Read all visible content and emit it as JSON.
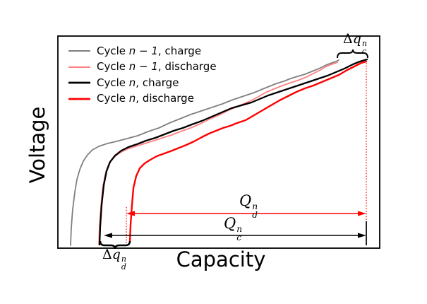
{
  "axes": {
    "xlabel": "Capacity",
    "ylabel": "Voltage"
  },
  "colors": {
    "prev_charge": "#808080",
    "prev_discharge": "#ff8080",
    "curr_charge": "#000000",
    "curr_discharge": "#ff0000",
    "frame": "#000000",
    "dotted_guide": "#ff0000",
    "arrow_qd": "#ff0000",
    "arrow_qc": "#000000"
  },
  "legend": {
    "items": [
      {
        "prefix": "Cycle ",
        "var": "n − 1",
        "suffix": ", charge",
        "color": "#808080"
      },
      {
        "prefix": "Cycle ",
        "var": "n − 1",
        "suffix": ", discharge",
        "color": "#ff8080"
      },
      {
        "prefix": "Cycle ",
        "var": "n",
        "suffix": ", charge",
        "color": "#000000"
      },
      {
        "prefix": "Cycle ",
        "var": "n",
        "suffix": ", discharge",
        "color": "#ff0000"
      }
    ]
  },
  "annotations": {
    "dqc": {
      "delta": "Δ",
      "base": "q",
      "sup": "n",
      "sub": "c"
    },
    "dqd": {
      "delta": "Δ",
      "base": "q",
      "sup": "n",
      "sub": "d"
    },
    "Qd": {
      "base": "Q",
      "sup": "n",
      "sub": "d"
    },
    "Qc": {
      "base": "Q",
      "sup": "n",
      "sub": "c"
    }
  },
  "chart_data": {
    "type": "line",
    "title": "",
    "xlabel": "Capacity",
    "ylabel": "Voltage",
    "xticks": [],
    "yticks": [],
    "grid": false,
    "legend_position": "upper left",
    "axis_units": "schematic, unlabeled axes; values normalized 0–1 of plot area",
    "series": [
      {
        "name": "Cycle n−1, charge",
        "color": "#808080",
        "linewidth": 1.8,
        "x": [
          0.04,
          0.05,
          0.06,
          0.08,
          0.11,
          0.15,
          0.22,
          0.28,
          0.35,
          0.41,
          0.48,
          0.54,
          0.61,
          0.66,
          0.7,
          0.75,
          0.79,
          0.83,
          0.87
        ],
        "y": [
          0.01,
          0.18,
          0.32,
          0.41,
          0.46,
          0.49,
          0.52,
          0.55,
          0.59,
          0.63,
          0.66,
          0.7,
          0.73,
          0.76,
          0.79,
          0.81,
          0.83,
          0.86,
          0.89
        ]
      },
      {
        "name": "Cycle n−1, discharge",
        "color": "#ff8080",
        "linewidth": 1.8,
        "x": [
          0.13,
          0.13,
          0.15,
          0.18,
          0.22,
          0.27,
          0.33,
          0.38,
          0.44,
          0.5,
          0.57,
          0.62,
          0.67,
          0.72,
          0.77,
          0.82,
          0.85,
          0.87
        ],
        "y": [
          0.02,
          0.2,
          0.36,
          0.43,
          0.47,
          0.49,
          0.52,
          0.55,
          0.59,
          0.63,
          0.67,
          0.71,
          0.75,
          0.78,
          0.81,
          0.84,
          0.87,
          0.88
        ]
      },
      {
        "name": "Cycle n, charge",
        "color": "#000000",
        "linewidth": 2.3,
        "x": [
          0.13,
          0.14,
          0.15,
          0.18,
          0.22,
          0.27,
          0.33,
          0.39,
          0.45,
          0.51,
          0.57,
          0.63,
          0.68,
          0.73,
          0.79,
          0.84,
          0.89,
          0.94,
          0.96
        ],
        "y": [
          0.02,
          0.2,
          0.36,
          0.44,
          0.48,
          0.51,
          0.54,
          0.57,
          0.6,
          0.64,
          0.67,
          0.7,
          0.73,
          0.76,
          0.79,
          0.81,
          0.85,
          0.88,
          0.89
        ]
      },
      {
        "name": "Cycle n, discharge",
        "color": "#ff0000",
        "linewidth": 2.4,
        "x": [
          0.22,
          0.23,
          0.25,
          0.27,
          0.31,
          0.36,
          0.4,
          0.45,
          0.49,
          0.54,
          0.58,
          0.64,
          0.69,
          0.74,
          0.79,
          0.85,
          0.9,
          0.94,
          0.96
        ],
        "y": [
          0.03,
          0.2,
          0.34,
          0.4,
          0.43,
          0.46,
          0.49,
          0.52,
          0.55,
          0.58,
          0.6,
          0.65,
          0.7,
          0.74,
          0.77,
          0.8,
          0.84,
          0.87,
          0.88
        ]
      }
    ],
    "annotations": [
      {
        "label": "Δq_c^n",
        "type": "brace",
        "position": "top right, between endpoints of cycle n−1 and cycle n charge curves"
      },
      {
        "label": "Δq_d^n",
        "type": "brace",
        "position": "bottom left, between starts of charge curve and cycle n discharge curve"
      },
      {
        "label": "Q_d^n",
        "type": "double-arrow",
        "color": "#ff0000",
        "position": "horizontal span of cycle n discharge capacity"
      },
      {
        "label": "Q_c^n",
        "type": "double-arrow",
        "color": "#000000",
        "position": "horizontal span of cycle n charge capacity"
      }
    ]
  }
}
